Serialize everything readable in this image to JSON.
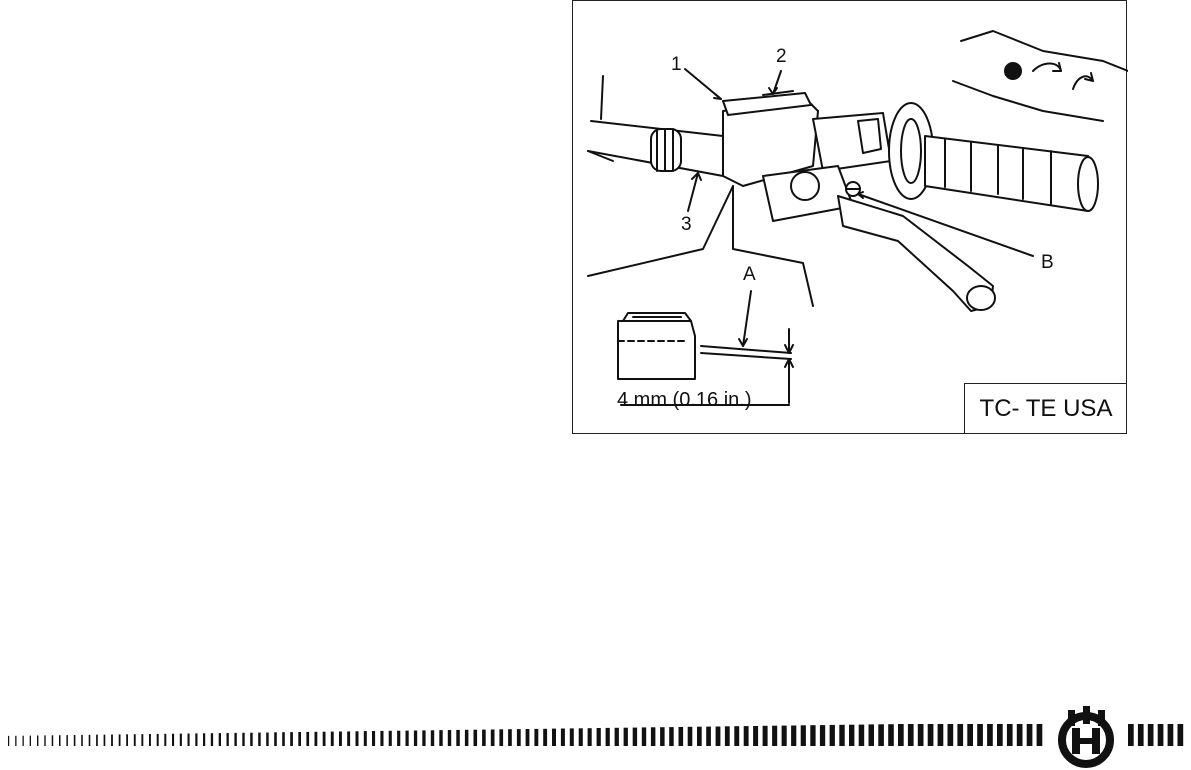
{
  "figure": {
    "callouts": {
      "one": "1",
      "two": "2",
      "three": "3",
      "a": "A",
      "b": "B"
    },
    "dimension_label": "4 mm (0.16 in.)",
    "model_label": "TC- TE USA"
  },
  "footer": {
    "logo_icon": "husqvarna-crown-h-logo",
    "rule_style": "dashed tick marks increasing in weight"
  },
  "colors": {
    "ink": "#111111",
    "paper": "#ffffff"
  }
}
